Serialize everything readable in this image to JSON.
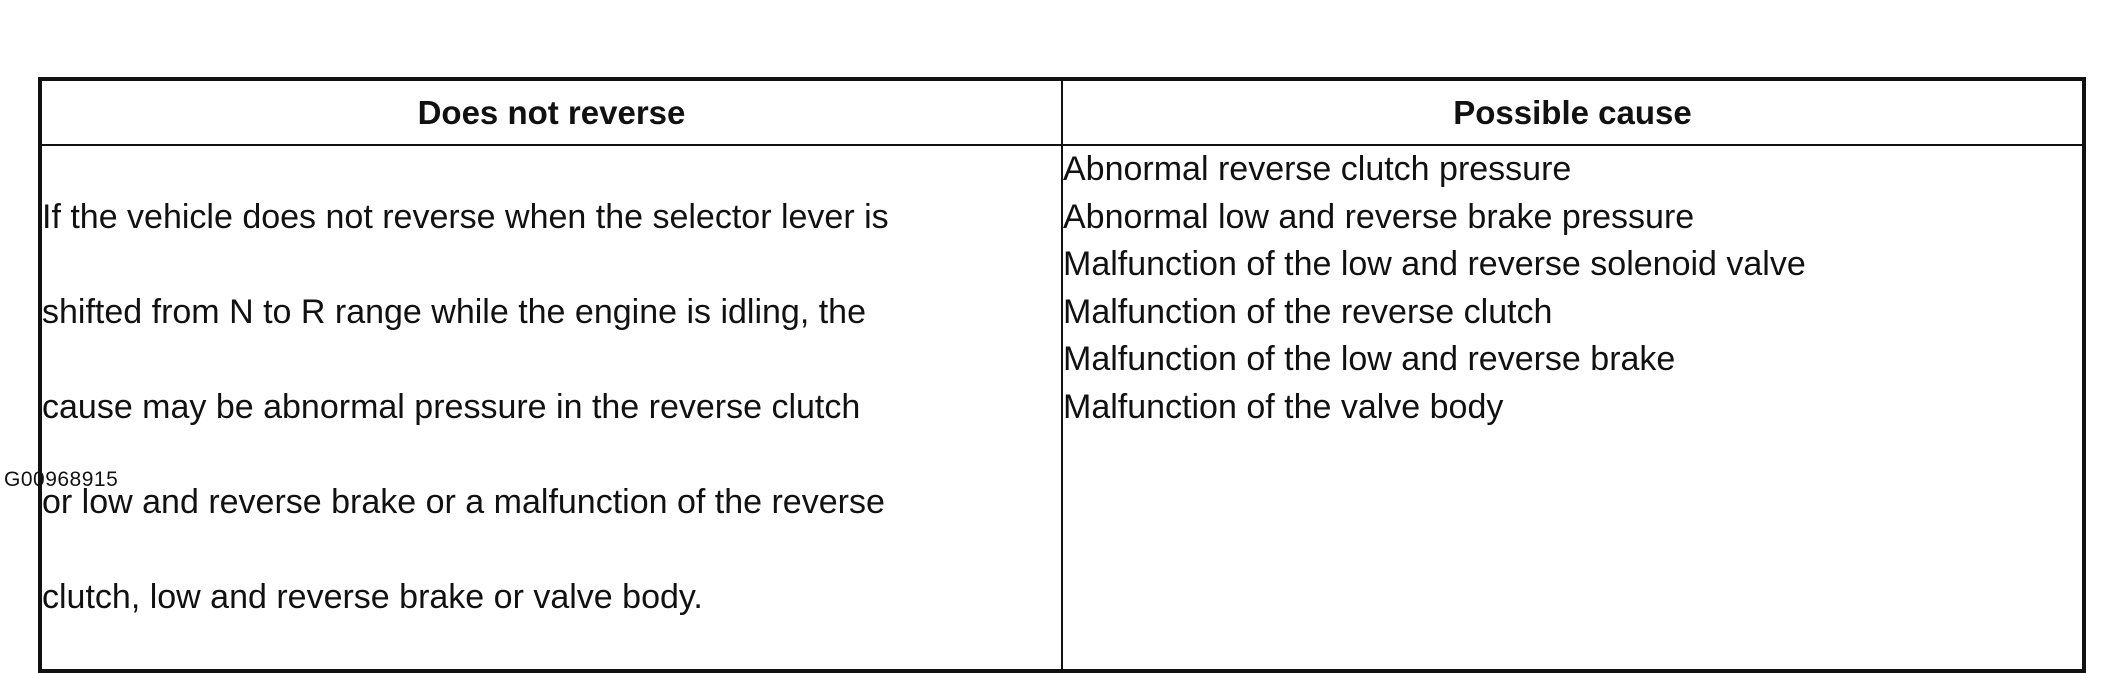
{
  "table": {
    "headers": {
      "left": "Does not reverse",
      "right": "Possible cause"
    },
    "description_lines": [
      "If the vehicle does not reverse when the selector lever is",
      "shifted from N to R range while the engine is idling, the",
      "cause may be abnormal pressure in the reverse clutch",
      "or low and reverse brake or a malfunction of the reverse",
      "clutch, low and reverse brake or valve body."
    ],
    "causes": [
      "Abnormal reverse clutch pressure",
      "Abnormal low and reverse brake pressure",
      "Malfunction of the low and reverse solenoid valve",
      "Malfunction of the reverse clutch",
      "Malfunction of the low and reverse brake",
      "Malfunction of the valve body"
    ]
  },
  "figure_id": "G00968915"
}
